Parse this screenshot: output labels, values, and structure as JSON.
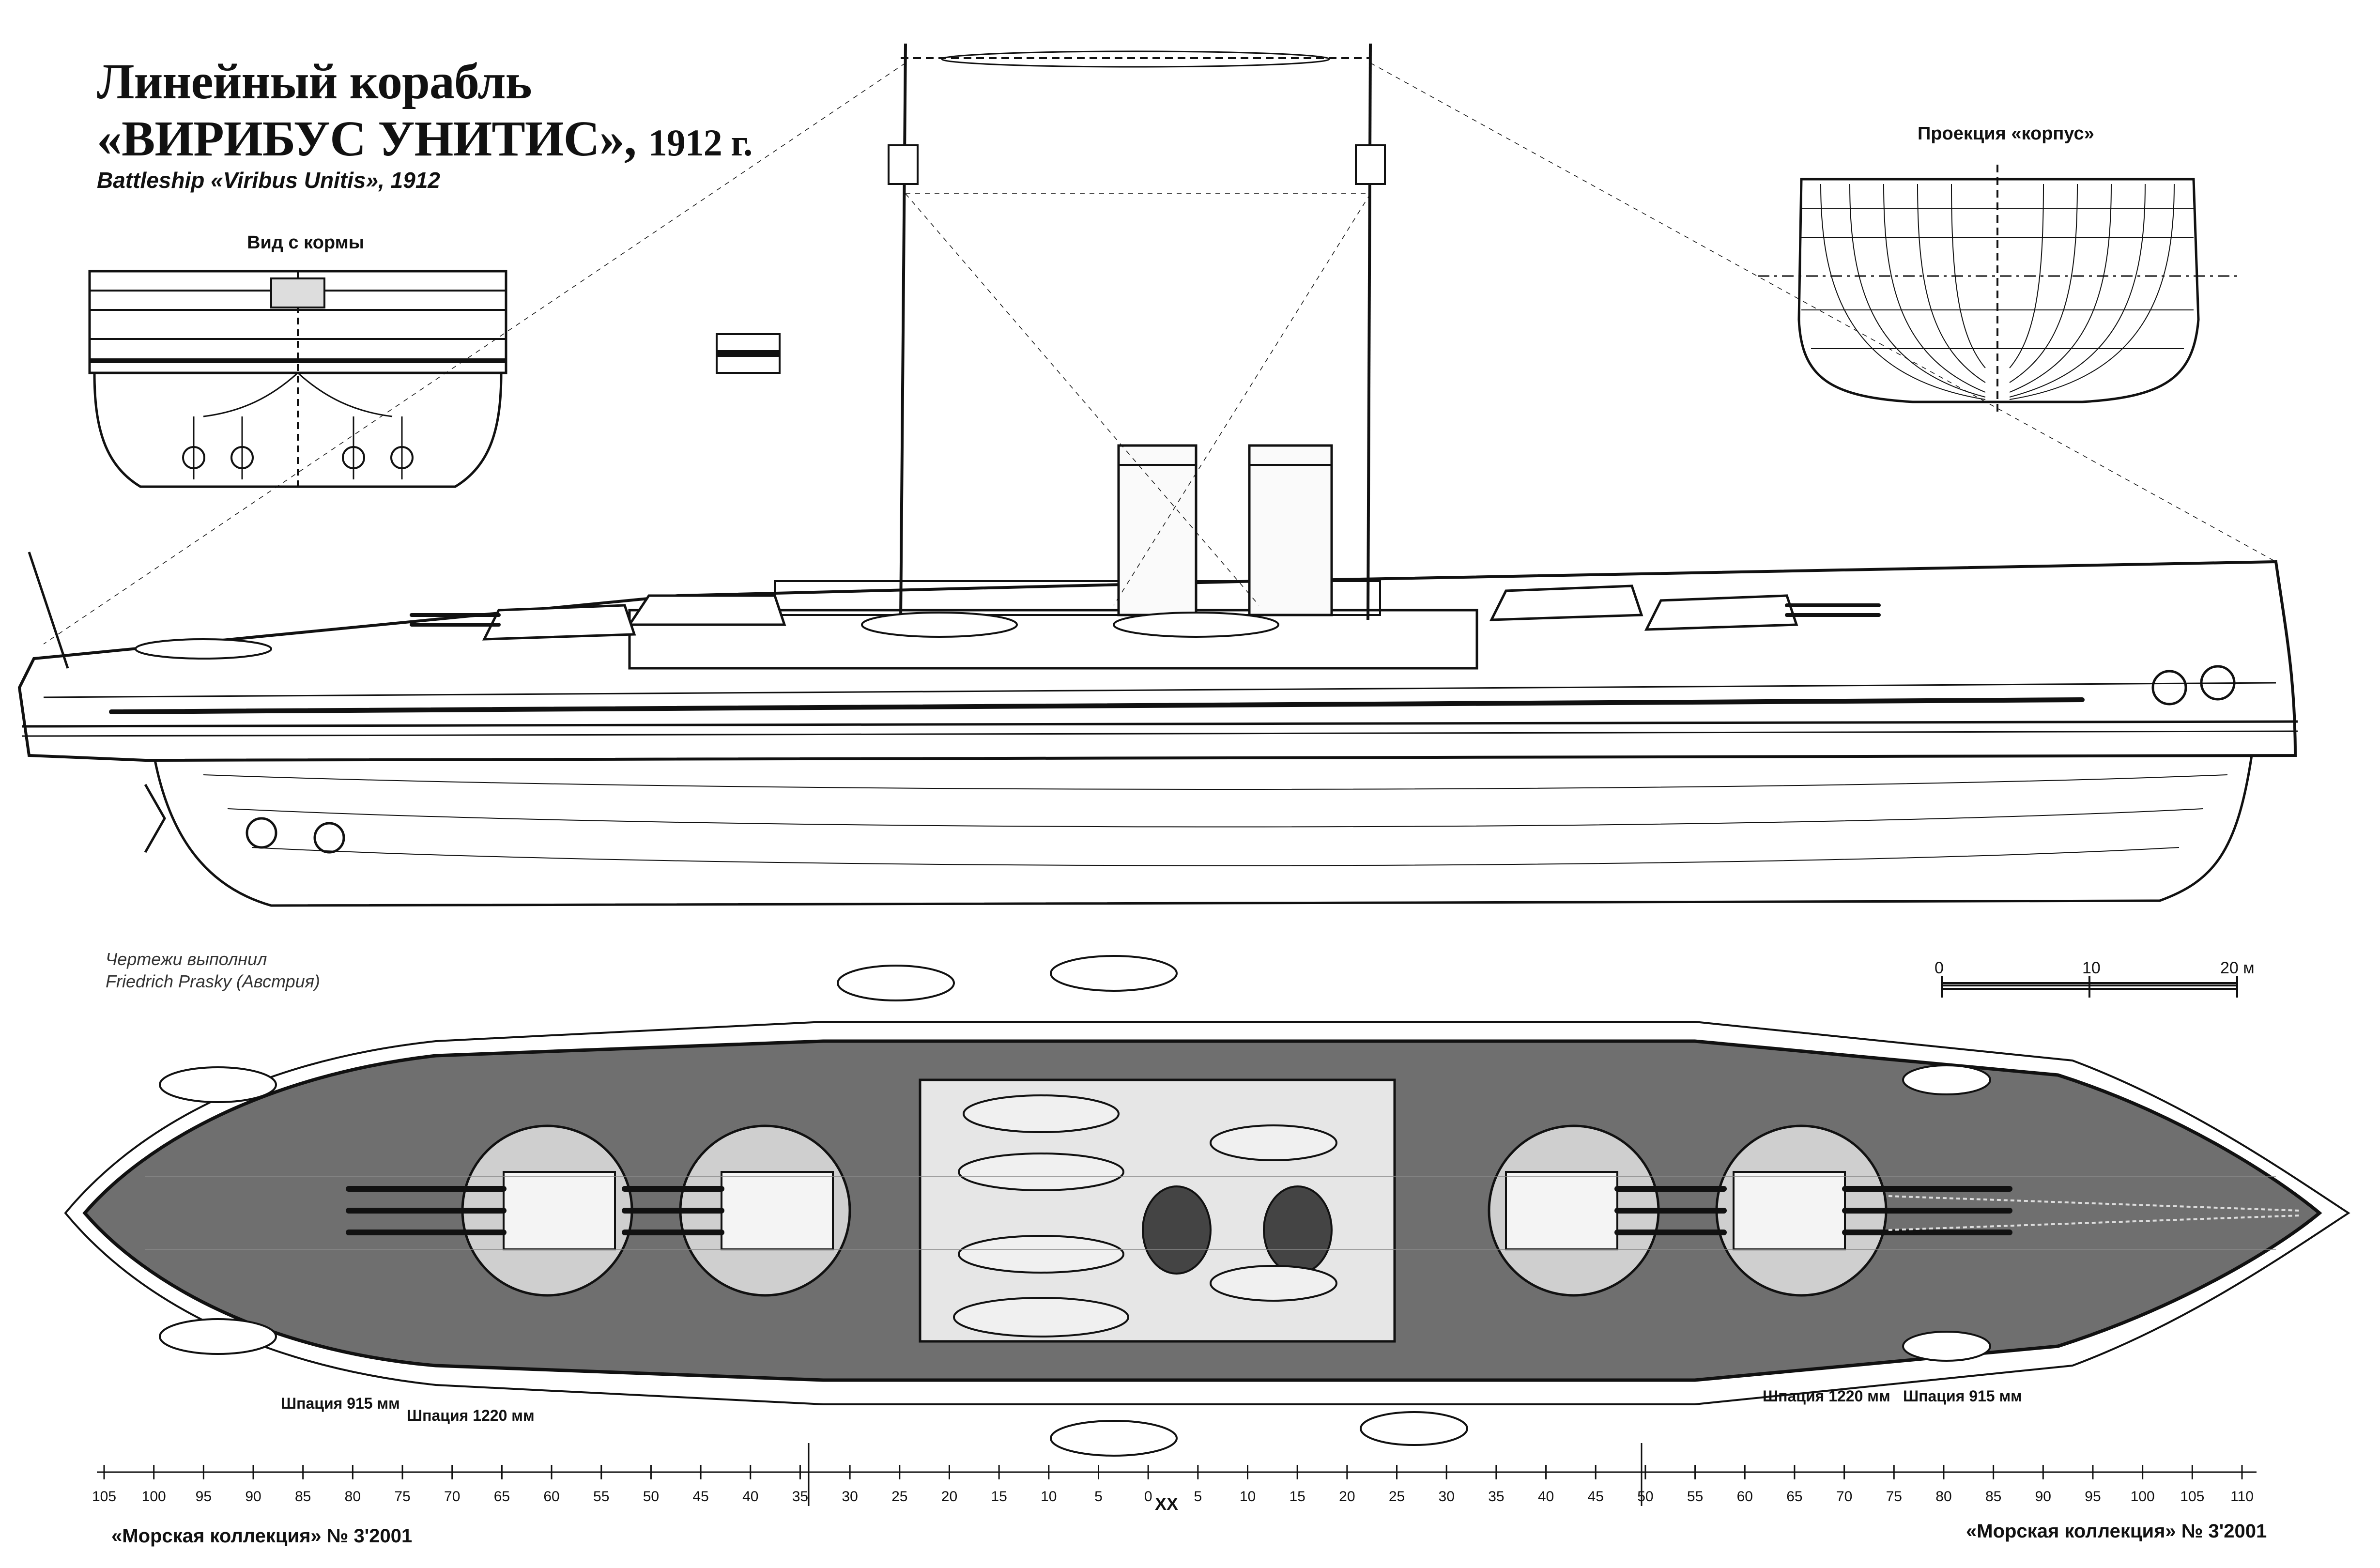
{
  "title": {
    "line1": "Линейный корабль",
    "line2": "«ВИРИБУС УНИТИС»,",
    "year": "1912 г.",
    "english": "Battleship «Viribus Unitis», 1912"
  },
  "views": {
    "stern_view_label": "Вид с кормы",
    "body_plan_label": "Проекция «корпус»"
  },
  "credit": {
    "line1": "Чертежи выполнил",
    "line2": "Friedrich Prasky (Австрия)"
  },
  "scale_bar": {
    "ticks": [
      "0",
      "10",
      "20 м"
    ]
  },
  "frame_spacing": {
    "aft_915": "Шпация 915 мм",
    "aft_1220": "Шпация 1220 мм",
    "fwd_1220": "Шпация 1220 мм",
    "fwd_915": "Шпация 915 мм"
  },
  "frame_scale": {
    "main_labels": [
      "105",
      "100",
      "95",
      "90",
      "85",
      "80",
      "75",
      "70",
      "65",
      "60",
      "55",
      "50",
      "45",
      "40",
      "35",
      "30",
      "25",
      "20",
      "15",
      "10",
      "5",
      "0",
      "5",
      "10",
      "15",
      "20",
      "25",
      "30",
      "35",
      "40",
      "45",
      "50",
      "55",
      "60",
      "65",
      "70",
      "75",
      "80",
      "85",
      "90",
      "95",
      "100",
      "105",
      "110"
    ],
    "center_mark": "XX"
  },
  "footer": {
    "left": "«Морская коллекция» № 3'2001",
    "right": "«Морская коллекция» № 3'2001"
  },
  "colors": {
    "ink": "#111111",
    "deck": "#6f6f6f",
    "paper": "#ffffff"
  }
}
